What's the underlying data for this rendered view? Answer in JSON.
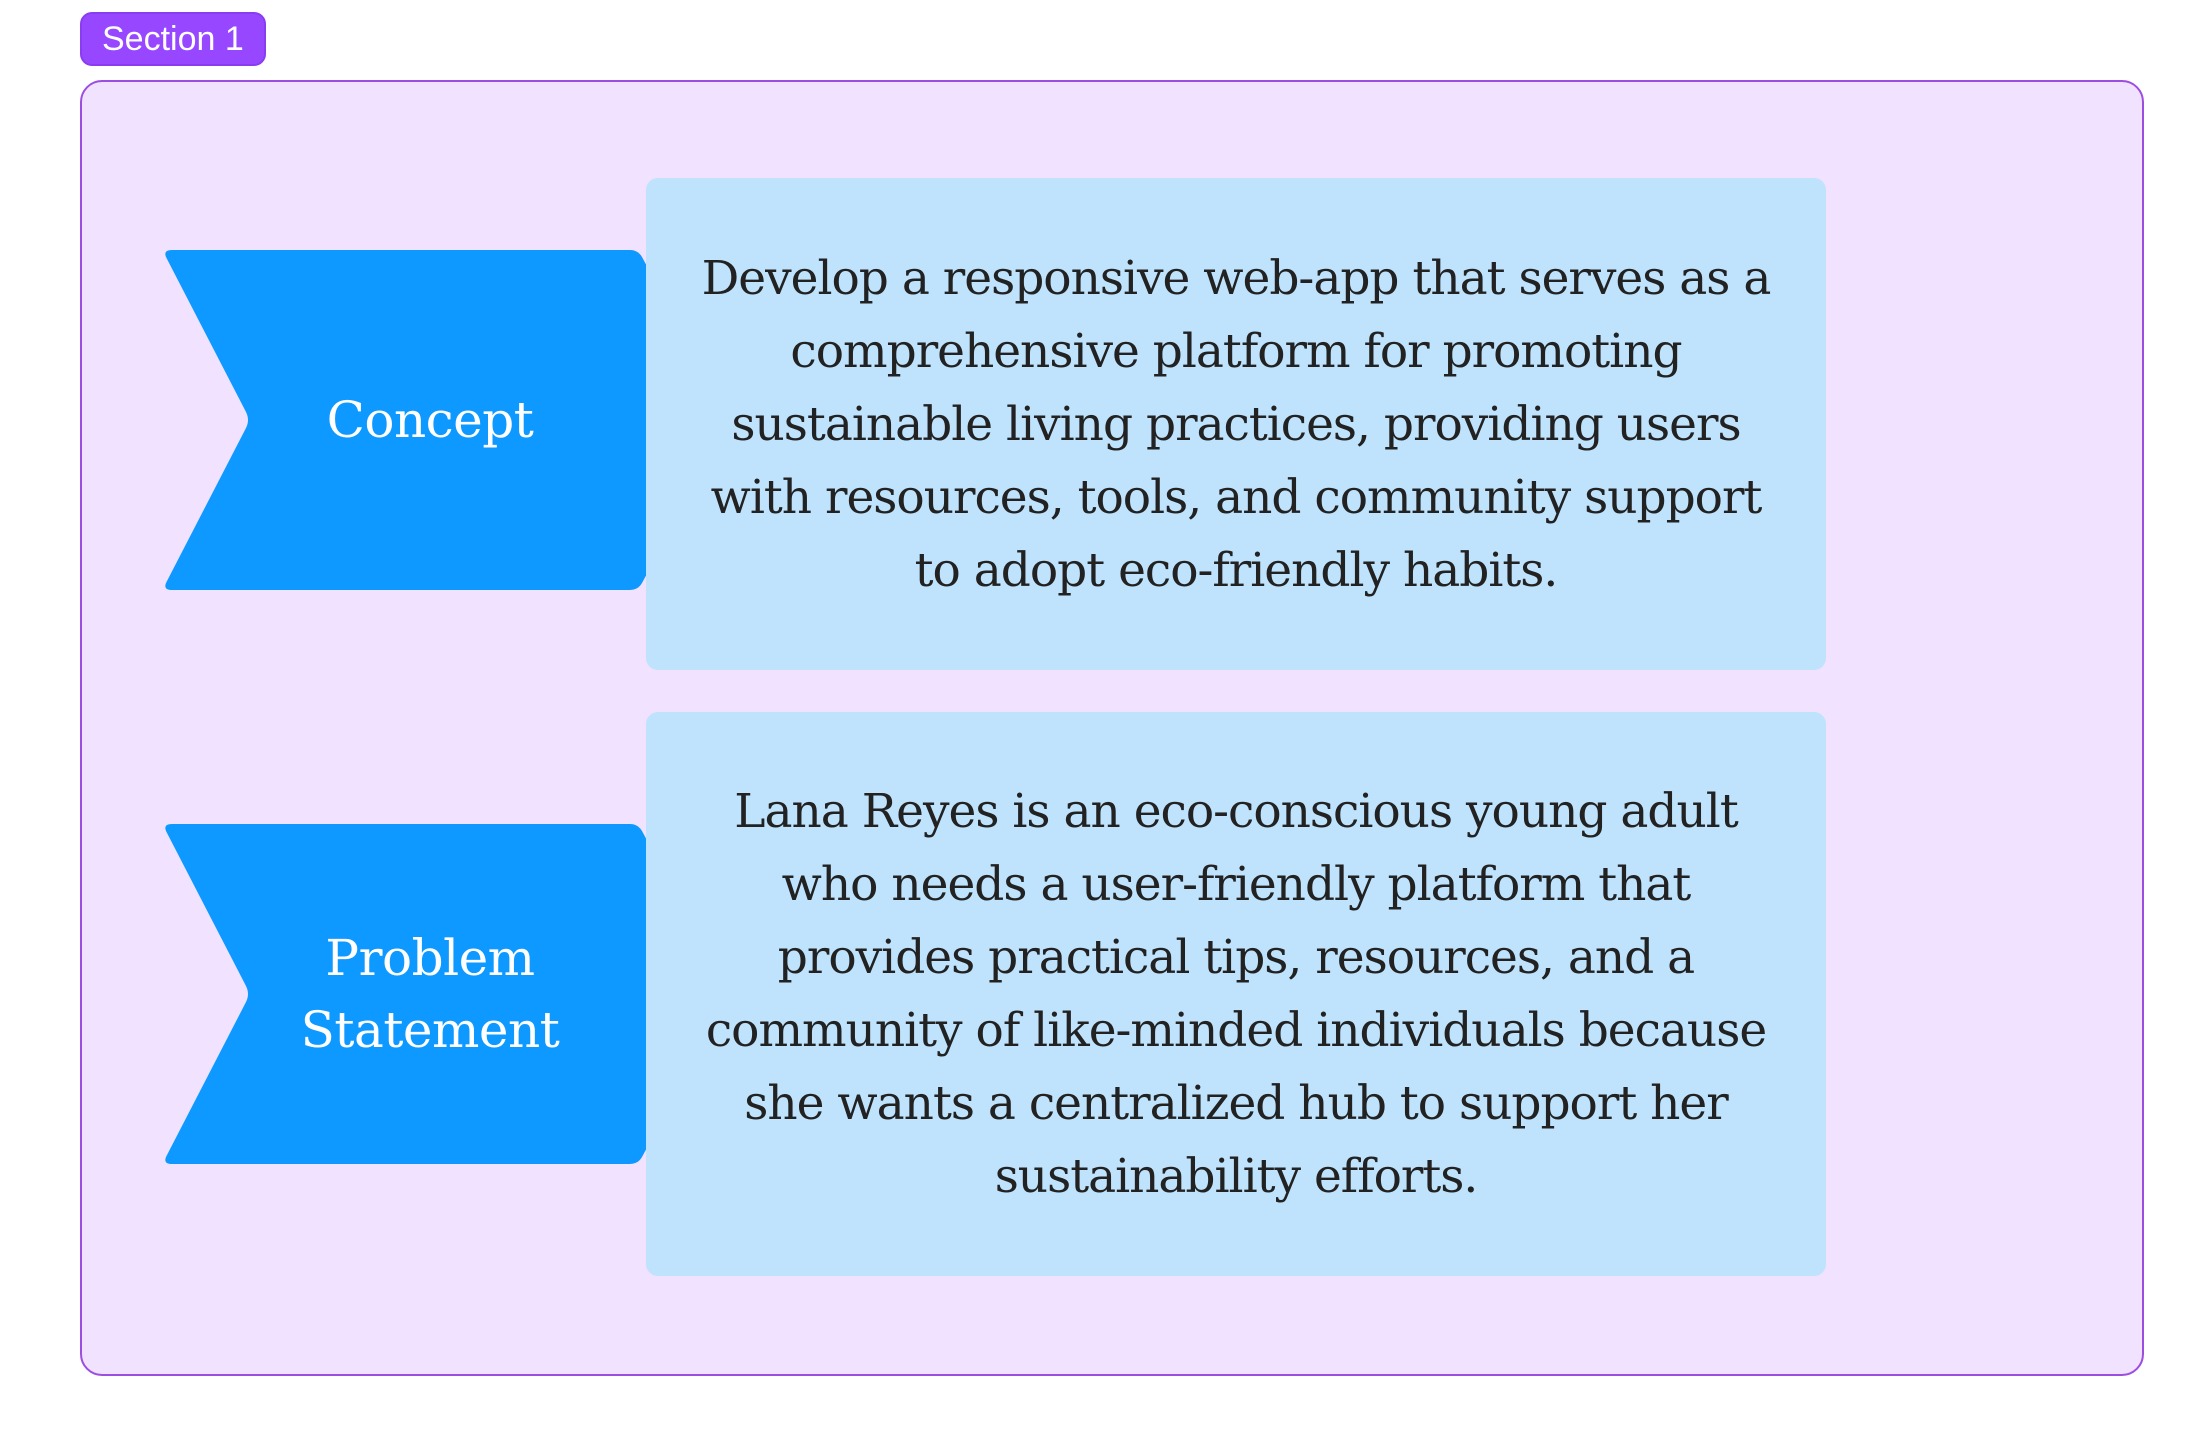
{
  "section": {
    "label": "Section 1"
  },
  "rows": [
    {
      "label": "Concept",
      "description": "Develop a responsive web-app that serves as a comprehensive platform for promoting sustainable living practices, providing users with resources, tools, and community support to adopt eco-friendly habits."
    },
    {
      "label": "Problem Statement",
      "description": "Lana Reyes is an eco-conscious young adult who needs a user-friendly platform that provides practical tips, resources, and a community of like-minded individuals because she wants a centralized hub to support her sustainability efforts."
    }
  ],
  "colors": {
    "section_tag": "#9747ff",
    "section_frame_fill": "#f1e2ff",
    "section_frame_border": "#9c4ee0",
    "chevron_fill": "#0d99ff",
    "card_fill": "#bfe3fd",
    "card_text": "#222222",
    "chevron_text": "#ffffff"
  }
}
